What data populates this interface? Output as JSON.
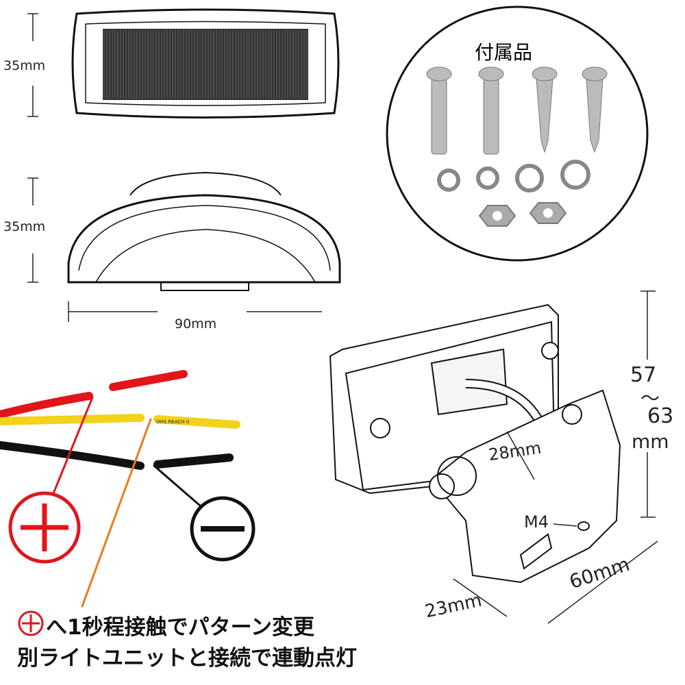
{
  "dimensions": {
    "top_height": "35mm",
    "side_height": "35mm",
    "width": "90mm",
    "bracket_height_top": "57",
    "bracket_height_tilde": "〜",
    "bracket_height_bottom": "63",
    "bracket_height_unit": "mm",
    "slot_width": "28mm",
    "screw_size": "M4",
    "bracket_depth": "23mm",
    "bracket_width": "60mm"
  },
  "accessories": {
    "title": "付属品"
  },
  "wiring": {
    "wire_print": "OHS REACH 0",
    "positive_symbol": "+",
    "negative_symbol": "−",
    "colors": {
      "positive": "#e0161b",
      "yellow": "#f2d21b",
      "black": "#111111",
      "orange": "#ef7a1a"
    }
  },
  "captions": {
    "line1_symbol": "+",
    "line1": "へ1秒程接触でパターン変更",
    "line2": "別ライトユニットと接続で連動点灯"
  }
}
